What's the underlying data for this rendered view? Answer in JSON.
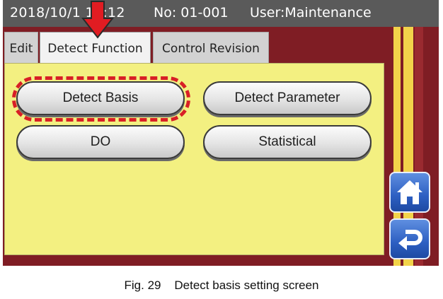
{
  "status_bar": {
    "datetime": "2018/10/1 12:12",
    "number": "No: 01-001",
    "user": "User:Maintenance"
  },
  "tabs": [
    {
      "label": "Edit",
      "active": false
    },
    {
      "label": "Detect Function",
      "active": true
    },
    {
      "label": "Control Revision",
      "active": false
    }
  ],
  "buttons": {
    "detect_basis": "Detect Basis",
    "detect_parameter": "Detect Parameter",
    "do": "DO",
    "statistical": "Statistical"
  },
  "nav": {
    "home_icon": "home-icon",
    "back_icon": "return-arrow-icon"
  },
  "colors": {
    "status_bar": "#5a5a5a",
    "background": "#7f1d24",
    "panel": "#f3f081",
    "highlight": "#d81f26",
    "nav_button": "#2d5fc2"
  },
  "caption": "Fig. 29    Detect basis setting screen"
}
